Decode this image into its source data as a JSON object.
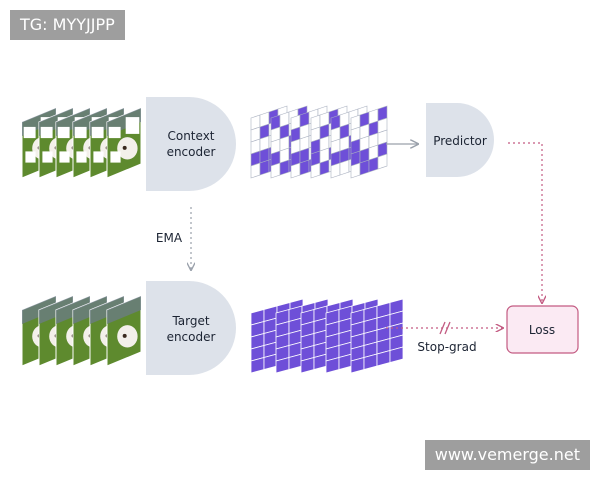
{
  "watermarks": {
    "top_left": "TG: MYYJJPP",
    "bottom_right": "www.vemerge.net"
  },
  "nodes": {
    "context_encoder": [
      "Context",
      "encoder"
    ],
    "target_encoder": [
      "Target",
      "encoder"
    ],
    "predictor": "Predictor",
    "loss": "Loss"
  },
  "edges": {
    "ema": "EMA",
    "stop_grad": "Stop-grad"
  },
  "colors": {
    "node_fill": "#dde2ea",
    "node_text": "#1c2433",
    "patch_fill": "#6e4fd8",
    "patch_empty": "#ffffff",
    "grid_line": "#aab1c0",
    "arrow_gray": "#9aa1ab",
    "arrow_dotted": "#c35b82",
    "loss_fill": "#fbeaf3",
    "loss_border": "#c35b82",
    "photo_grass": "#5e8a2e",
    "photo_fence": "#6c7b8a",
    "photo_dog": "#f3f0ea"
  },
  "context_masks": [
    [
      [
        0,
        0,
        1,
        0
      ],
      [
        0,
        1,
        0,
        1
      ],
      [
        0,
        0,
        0,
        0
      ],
      [
        1,
        1,
        1,
        0
      ],
      [
        0,
        1,
        1,
        0
      ]
    ],
    [
      [
        1,
        0,
        0,
        1
      ],
      [
        0,
        1,
        0,
        0
      ],
      [
        0,
        0,
        1,
        0
      ],
      [
        1,
        0,
        1,
        1
      ],
      [
        0,
        1,
        1,
        0
      ]
    ],
    [
      [
        0,
        1,
        0,
        0
      ],
      [
        1,
        0,
        0,
        1
      ],
      [
        0,
        0,
        0,
        0
      ],
      [
        1,
        1,
        0,
        1
      ],
      [
        0,
        1,
        1,
        0
      ]
    ],
    [
      [
        0,
        0,
        1,
        0
      ],
      [
        0,
        1,
        0,
        0
      ],
      [
        1,
        0,
        0,
        1
      ],
      [
        1,
        0,
        1,
        1
      ],
      [
        0,
        1,
        0,
        1
      ]
    ],
    [
      [
        1,
        0,
        0,
        0
      ],
      [
        0,
        1,
        0,
        1
      ],
      [
        0,
        0,
        1,
        0
      ],
      [
        1,
        1,
        1,
        0
      ],
      [
        0,
        0,
        0,
        1
      ]
    ],
    [
      [
        0,
        1,
        0,
        1
      ],
      [
        0,
        0,
        1,
        0
      ],
      [
        1,
        0,
        0,
        0
      ],
      [
        1,
        1,
        0,
        1
      ],
      [
        0,
        1,
        1,
        0
      ]
    ]
  ]
}
